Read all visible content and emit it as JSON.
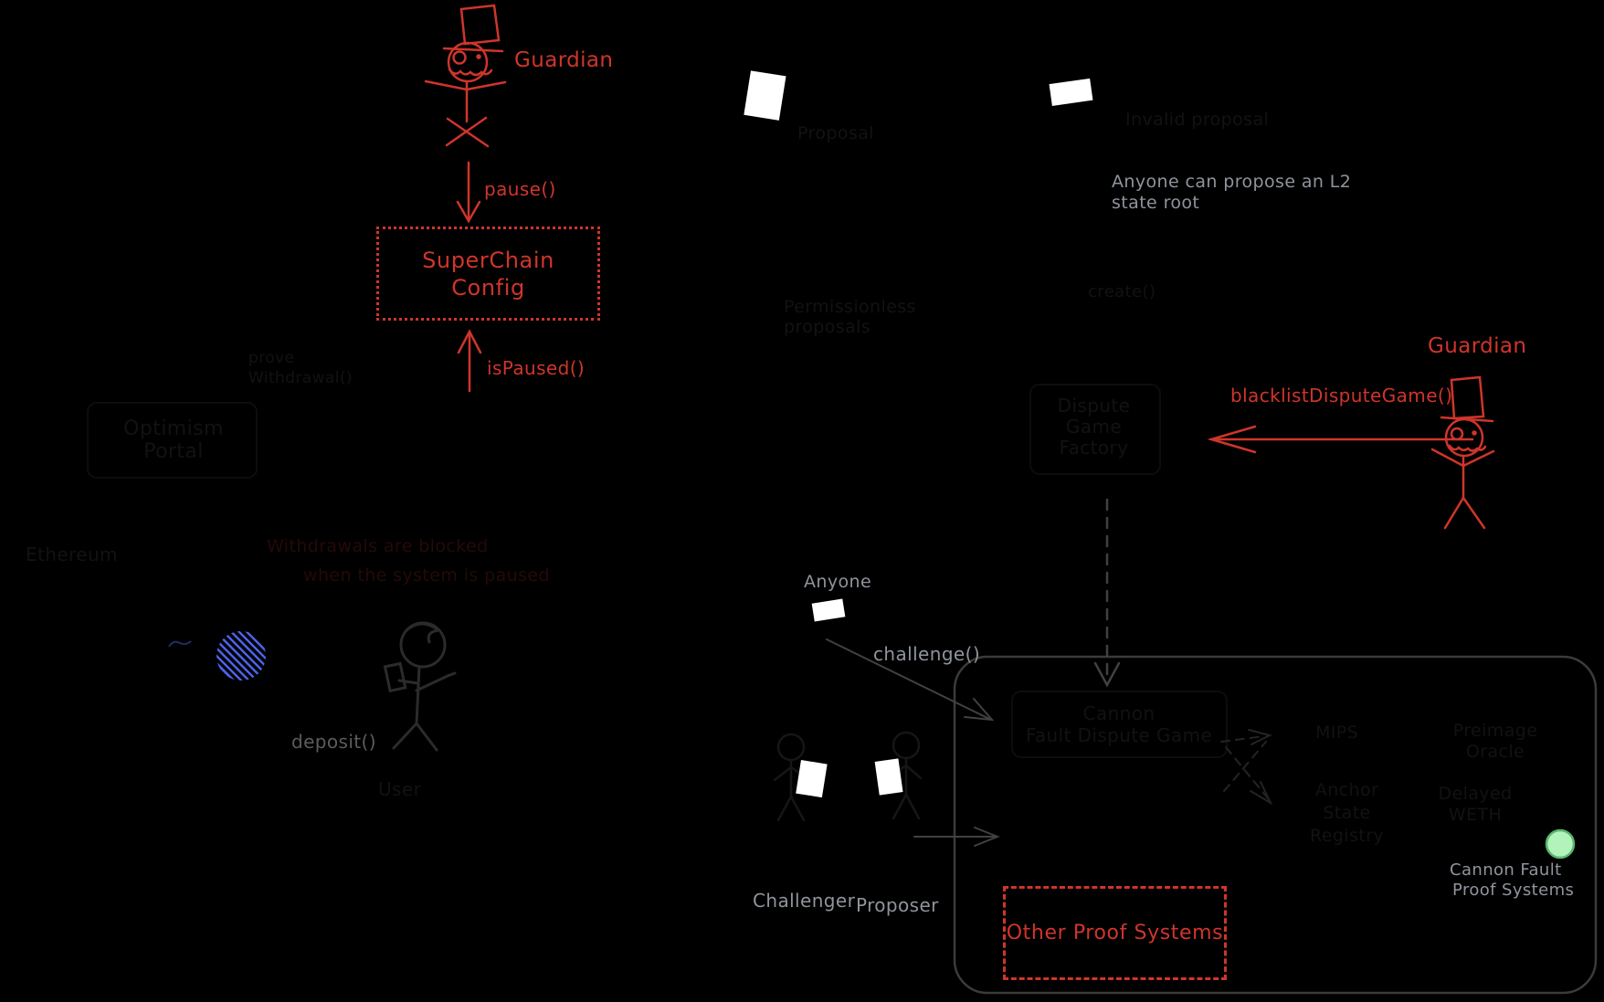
{
  "colors": {
    "background": "#000000",
    "accent_red": "#cf352b",
    "annotation_gray": "#8f949c",
    "container_stroke": "#3b3b3b",
    "green_dot_fill": "#b2f2bb",
    "green_dot_stroke": "#57b56b",
    "ethereum_blue": "#4a63e8",
    "faint_ink": "#121212"
  },
  "guardian_left": {
    "label": "Guardian",
    "action": "pause()"
  },
  "superchain": {
    "line1": "SuperChain",
    "line2": "Config",
    "query": "isPaused()"
  },
  "portal": {
    "line1": "Optimism",
    "line2": "Portal",
    "prove_line1": "prove",
    "prove_line2": "Withdrawal()"
  },
  "pause_note": {
    "line1": "Withdrawals are blocked",
    "line2": "when the system is paused"
  },
  "ethereum_label": "Ethereum",
  "user": {
    "label": "User",
    "action": "deposit()"
  },
  "proposals": {
    "left_paper_label": "Proposal",
    "right_paper_label": "Invalid proposal",
    "note_line1": "Anyone can propose an L2",
    "note_line2": "state root",
    "perm_line1": "Permissionless",
    "perm_line2": "proposals"
  },
  "factory": {
    "line1": "Dispute",
    "line2": "Game",
    "line3": "Factory",
    "create": "create()"
  },
  "guardian_right": {
    "label": "Guardian",
    "action": "blacklistDisputeGame()"
  },
  "challenge": {
    "anyone": "Anyone",
    "action": "challenge()"
  },
  "actors": {
    "challenger": "Challenger",
    "proposer": "Proposer"
  },
  "fps_box": {
    "fdg_line1": "Cannon",
    "fdg_line2": "Fault Dispute Game",
    "mips": "MIPS",
    "preimage_line1": "Preimage",
    "preimage_line2": "Oracle",
    "anchor_line1": "Anchor",
    "anchor_line2": "State",
    "anchor_line3": "Registry",
    "weth_line1": "Delayed",
    "weth_line2": "WETH",
    "cannon_label_line1": "Cannon Fault",
    "cannon_label_line2": "Proof Systems",
    "other_label": "Other Proof Systems"
  }
}
